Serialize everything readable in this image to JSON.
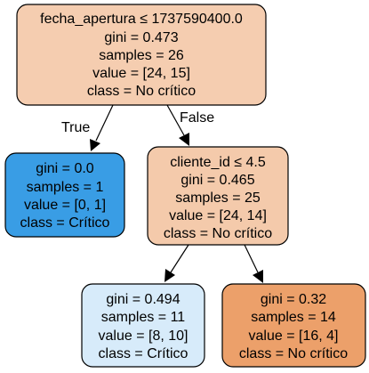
{
  "nodes": {
    "root": {
      "lines": [
        "fecha_apertura ≤ 1737590400.0",
        "gini = 0.473",
        "samples = 26",
        "value = [24, 15]",
        "class = No crítico"
      ],
      "fill": "#f5cdb0"
    },
    "left_leaf": {
      "lines": [
        "gini = 0.0",
        "samples = 1",
        "value = [0, 1]",
        "class = Crítico"
      ],
      "fill": "#399de5"
    },
    "split": {
      "lines": [
        "cliente_id ≤ 4.5",
        "gini = 0.465",
        "samples = 25",
        "value = [24, 14]",
        "class = No crítico"
      ],
      "fill": "#f4caab"
    },
    "leaf_critico": {
      "lines": [
        "gini = 0.494",
        "samples = 11",
        "value = [8, 10]",
        "class = Crítico"
      ],
      "fill": "#d7ebfa"
    },
    "leaf_no_critico": {
      "lines": [
        "gini = 0.32",
        "samples = 14",
        "value = [16, 4]",
        "class = No crítico"
      ],
      "fill": "#eca06a"
    }
  },
  "edges": {
    "true_label": "True",
    "false_label": "False"
  }
}
